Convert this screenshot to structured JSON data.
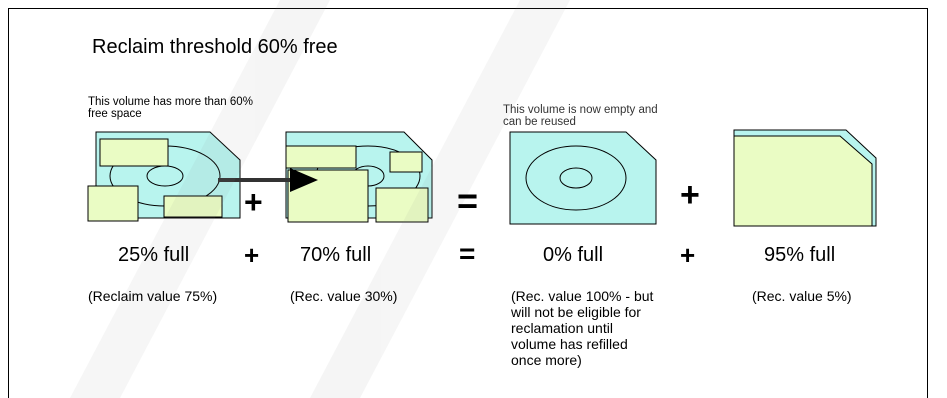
{
  "title": "Reclaim threshold 60% free",
  "annotations": {
    "volume_free_space": "This volume has more than 60% free space",
    "volume_empty": "This volume is now empty and can be reused"
  },
  "volumes": [
    {
      "fullness": "25% full",
      "reclaim": "(Reclaim value 75%)"
    },
    {
      "fullness": "70% full",
      "reclaim": "(Rec. value 30%)"
    },
    {
      "fullness": "0% full",
      "reclaim": "(Rec. value 100% - but will not be eligible for reclamation until volume has refilled once more)"
    },
    {
      "fullness": "95% full",
      "reclaim": "(Rec. value 5%)"
    }
  ],
  "operators": {
    "plus": "+",
    "equals": "="
  },
  "colors": {
    "cartridge_fill": "#b8f4ee",
    "block_fill": "#eafcc4",
    "arrow": "#000000"
  }
}
